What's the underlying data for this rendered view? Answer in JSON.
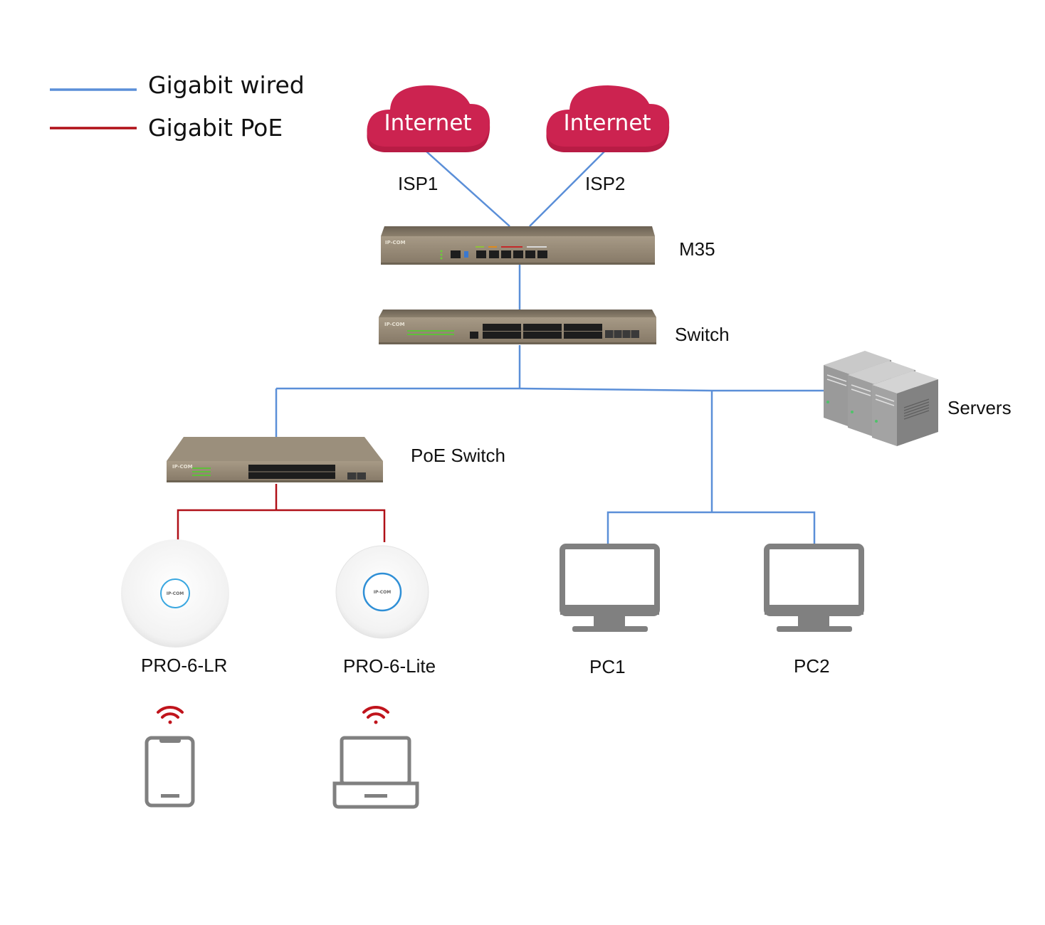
{
  "legend": {
    "wired_label": "Gigabit wired",
    "poe_label": "Gigabit PoE"
  },
  "colors": {
    "wired": "#5b8fd8",
    "poe": "#b01018",
    "cloud": "#cc2350",
    "device_body": "#928572",
    "client_gray": "#808080",
    "wifi": "#c0141c"
  },
  "nodes": {
    "cloud1_text": "Internet",
    "cloud2_text": "Internet",
    "isp1": "ISP1",
    "isp2": "ISP2",
    "router": "M35",
    "router_brand": "IP-COM",
    "switch": "Switch",
    "switch_brand": "IP-COM",
    "servers": "Servers",
    "poe_switch": "PoE Switch",
    "poe_switch_brand": "IP-COM",
    "ap1": "PRO-6-LR",
    "ap2": "PRO-6-Lite",
    "ap_brand": "IP-COM",
    "pc1": "PC1",
    "pc2": "PC2"
  },
  "icons": {
    "cloud": "cloud-icon",
    "router": "router-icon",
    "switch": "switch-icon",
    "server": "server-icon",
    "access_point": "access-point-icon",
    "monitor": "monitor-icon",
    "phone": "phone-icon",
    "laptop": "laptop-icon",
    "wifi": "wifi-icon"
  }
}
